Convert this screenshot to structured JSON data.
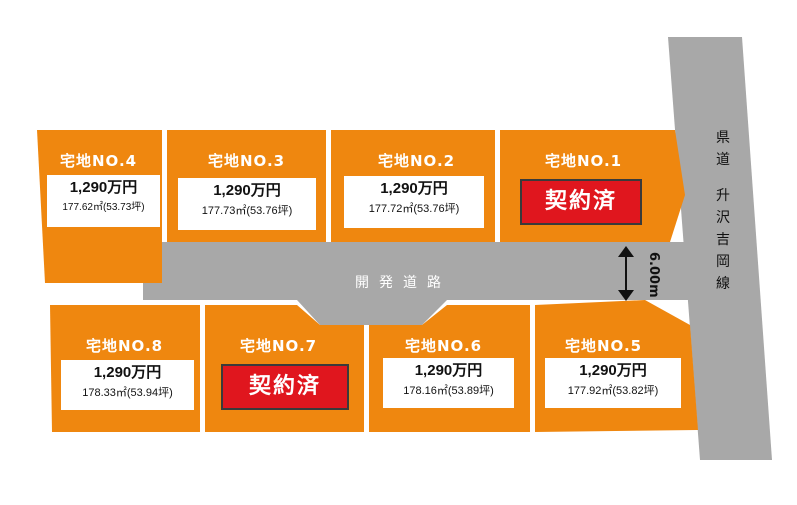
{
  "colors": {
    "lot": "#ef870f",
    "road": "#a8a8a8",
    "sold": "#e0161e",
    "box": "#ffffff"
  },
  "road": {
    "name": "開発道路",
    "width": "6.00m"
  },
  "prefectural_road": {
    "line1": "県道",
    "line2": "升沢吉岡線"
  },
  "lots": {
    "no1": {
      "title": "宅地NO.1",
      "status": "契約済"
    },
    "no2": {
      "title": "宅地NO.2",
      "price": "1,290万円",
      "area": "177.72㎡(53.76坪)"
    },
    "no3": {
      "title": "宅地NO.3",
      "price": "1,290万円",
      "area": "177.73㎡(53.76坪)"
    },
    "no4": {
      "title": "宅地NO.4",
      "price": "1,290万円",
      "area": "177.62㎡(53.73坪)"
    },
    "no5": {
      "title": "宅地NO.5",
      "price": "1,290万円",
      "area": "177.92㎡(53.82坪)"
    },
    "no6": {
      "title": "宅地NO.6",
      "price": "1,290万円",
      "area": "178.16㎡(53.89坪)"
    },
    "no7": {
      "title": "宅地NO.7",
      "status": "契約済"
    },
    "no8": {
      "title": "宅地NO.8",
      "price": "1,290万円",
      "area": "178.33㎡(53.94坪)"
    }
  }
}
